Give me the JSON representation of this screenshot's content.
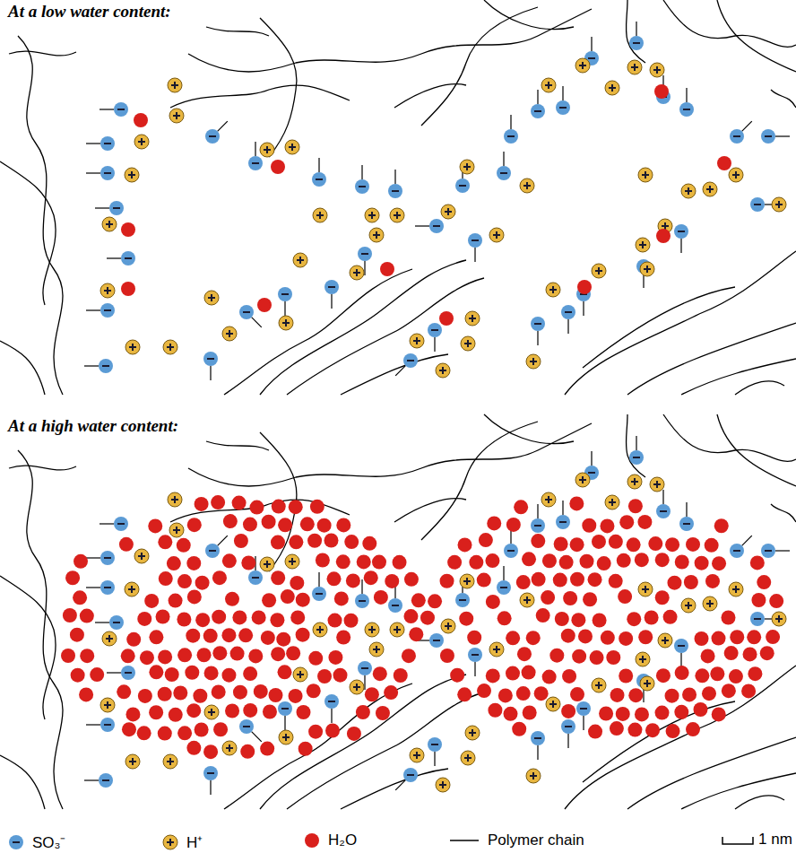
{
  "diagram": {
    "labels": [
      "At a low water content:",
      "At a high water content:",
      "1 nm"
    ],
    "legend": [
      {
        "text": "SO₃⁻",
        "color": "#5b9bd5"
      },
      {
        "text": "H⁺",
        "color": "#e8b640"
      },
      {
        "text": "H₂O",
        "color": "#d9201c"
      },
      {
        "text": "Polymer chain"
      }
    ]
  }
}
